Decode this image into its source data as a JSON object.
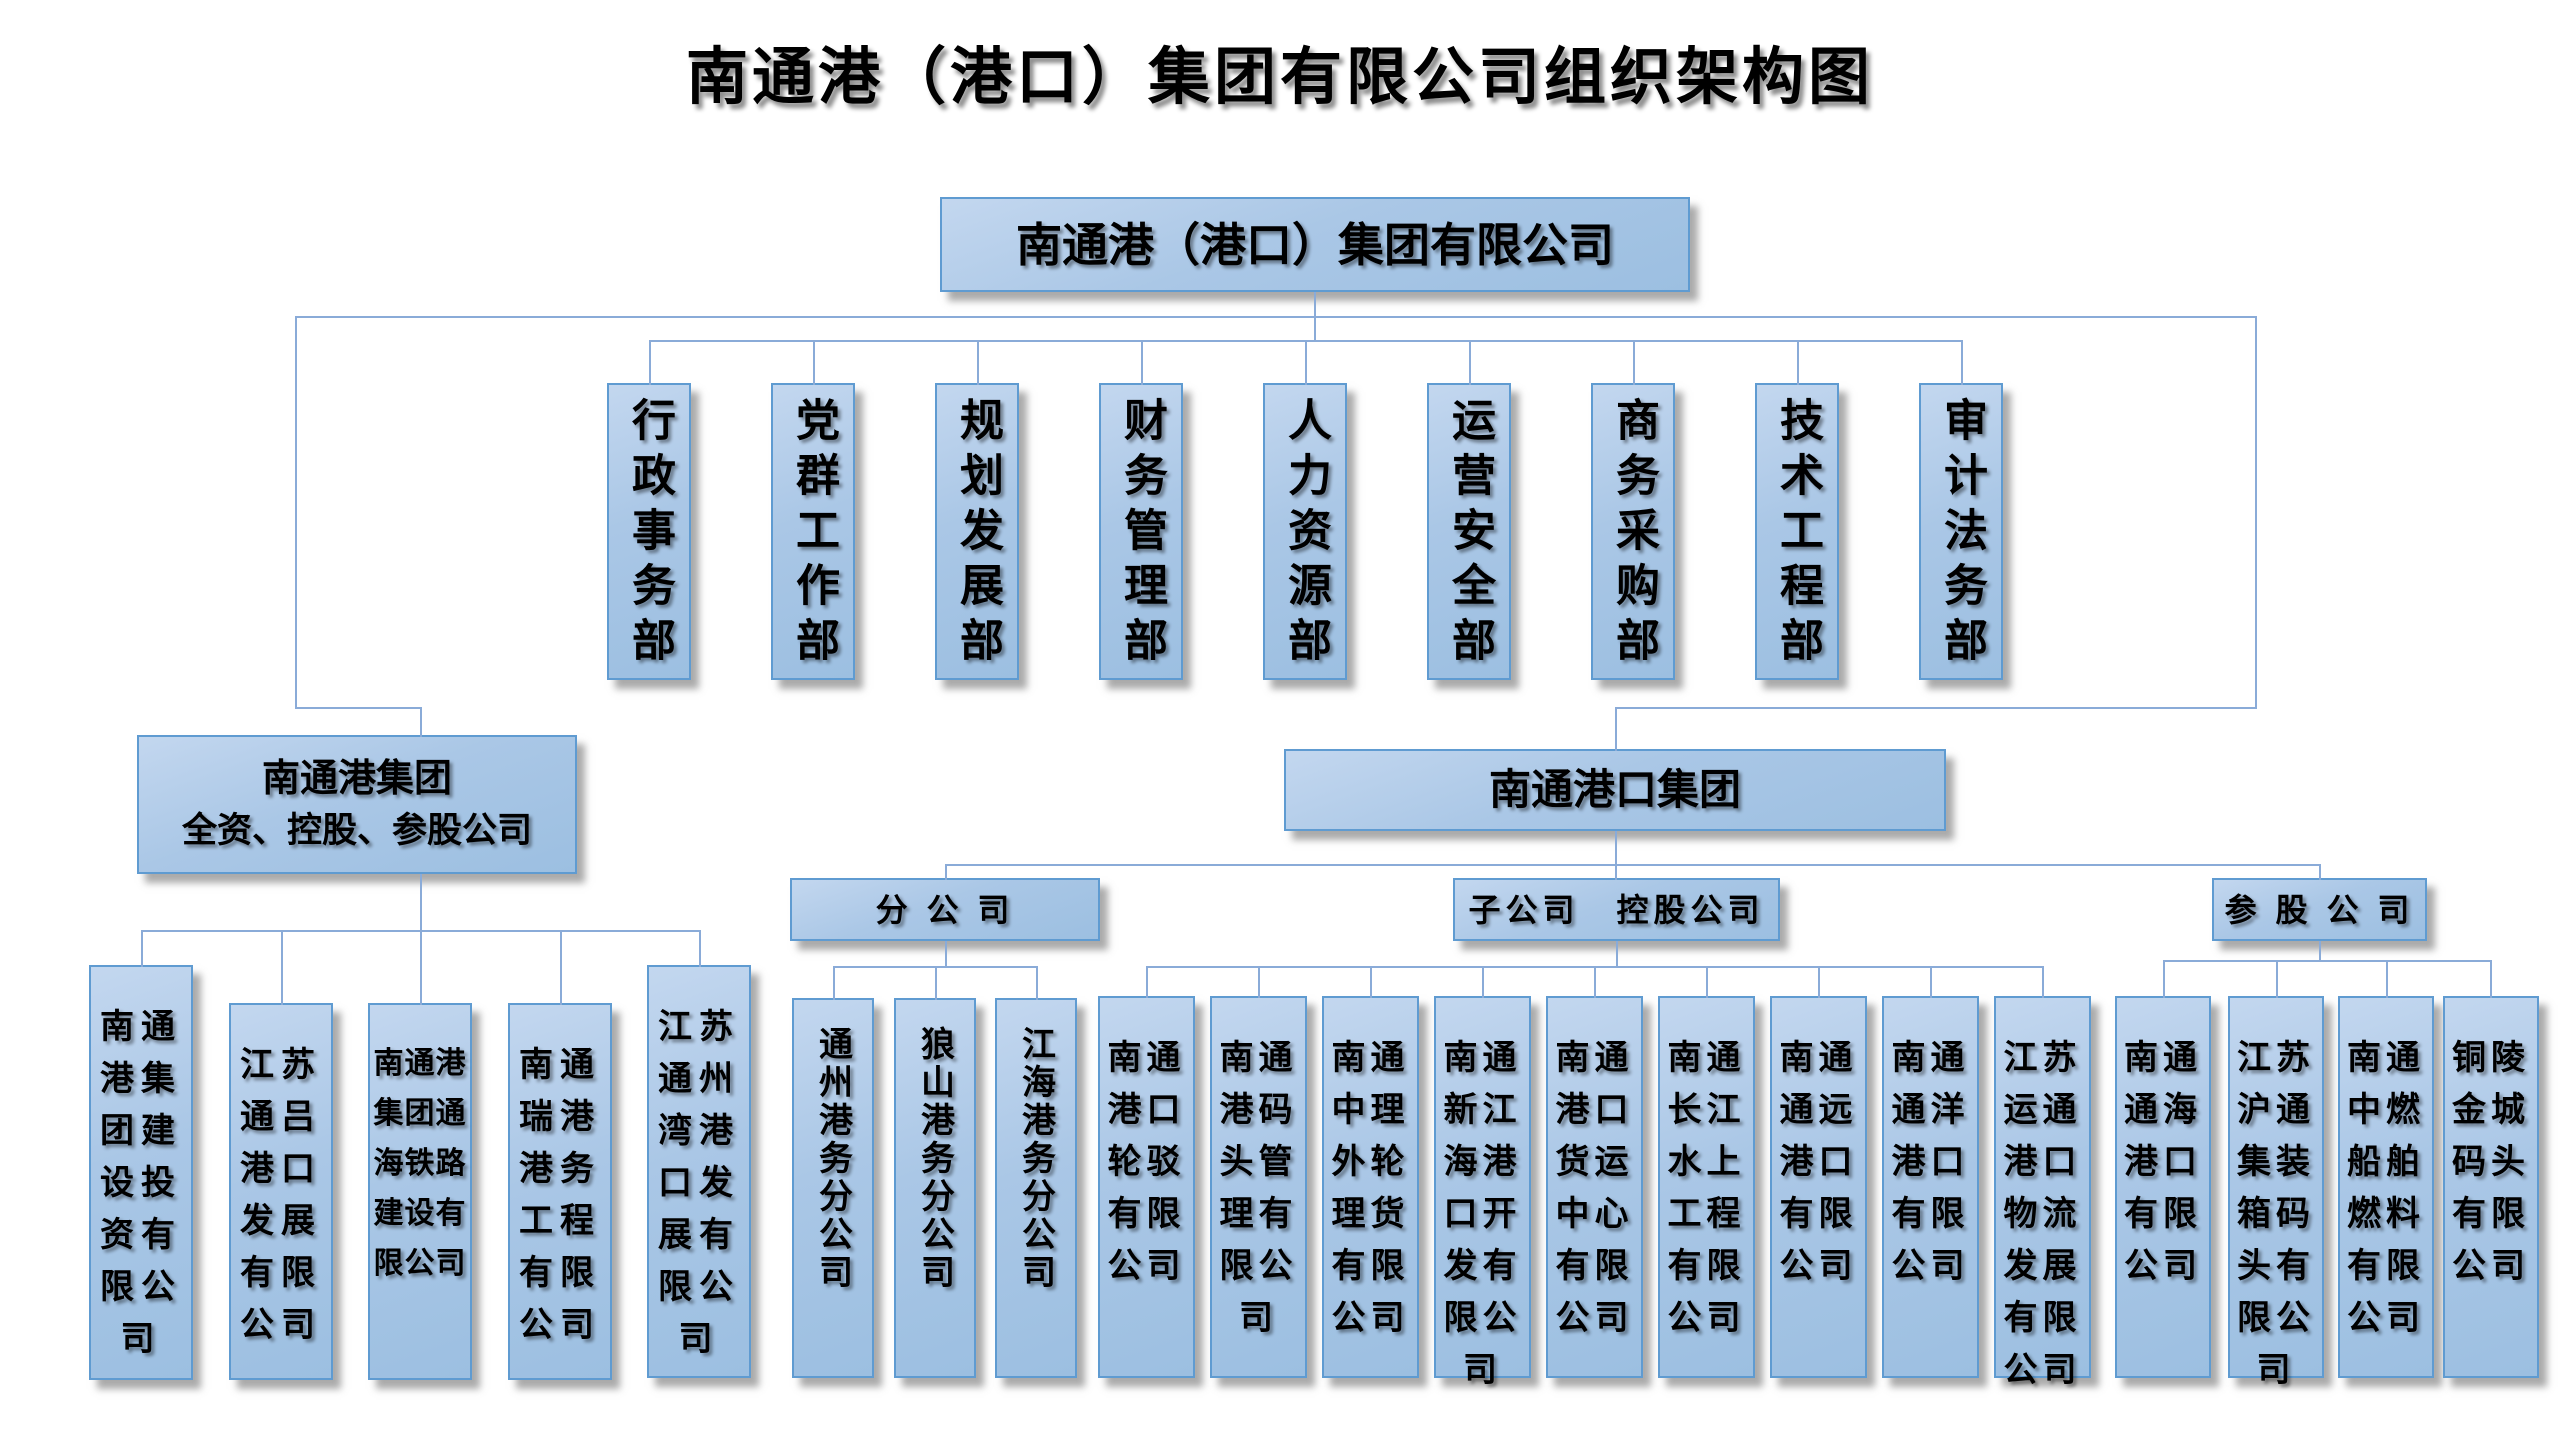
{
  "title": "南通港（港口）集团有限公司组织架构图",
  "root": {
    "name": "南通港（港口）集团有限公司"
  },
  "departments": [
    "行政事务部",
    "党群工作部",
    "规划发展部",
    "财务管理部",
    "人力资源部",
    "运营安全部",
    "商务采购部",
    "技术工程部",
    "审计法务部"
  ],
  "left_branch": {
    "title_line1": "南通港集团",
    "title_line2": "全资、控股、参股公司",
    "companies": [
      {
        "name": "南通港集团建设投资有限公司",
        "lines": [
          "南通",
          "港集",
          "团建",
          "设投",
          "资有",
          "限公",
          "司"
        ]
      },
      {
        "name": "江苏通吕港口发展有限公司",
        "lines": [
          "江苏",
          "通吕",
          "港口",
          "发展",
          "有限",
          "公司"
        ]
      },
      {
        "name": "南通港集团通海铁路建设有限公司",
        "lines": [
          "南通港",
          "集团通",
          "海铁路",
          "建设有",
          "限公司"
        ]
      },
      {
        "name": "南通瑞港港务工程有限公司",
        "lines": [
          "南通",
          "瑞港",
          "港务",
          "工程",
          "有限",
          "公司"
        ]
      },
      {
        "name": "江苏通州湾港口发展有限公司",
        "lines": [
          "江苏",
          "通州",
          "湾港",
          "口发",
          "展有",
          "限公",
          "司"
        ]
      }
    ]
  },
  "right_branch": {
    "title": "南通港口集团",
    "groups": [
      {
        "label": "分 公 司",
        "companies": [
          {
            "name": "通州港务分公司"
          },
          {
            "name": "狼山港务分公司"
          },
          {
            "name": "江海港务分公司"
          }
        ]
      },
      {
        "label": "子公司　控股公司",
        "companies": [
          {
            "name": "南通港口轮驳有限公司",
            "lines": [
              "南通",
              "港口",
              "轮驳",
              "有限",
              "公司"
            ]
          },
          {
            "name": "南通港码头管理有限公司",
            "lines": [
              "南通",
              "港码",
              "头管",
              "理有",
              "限公",
              "司"
            ]
          },
          {
            "name": "南通中理外轮理货有限公司",
            "lines": [
              "南通",
              "中理",
              "外轮",
              "理货",
              "有限",
              "公司"
            ]
          },
          {
            "name": "南通新江海港口开发有限公司",
            "lines": [
              "南通",
              "新江",
              "海港",
              "口开",
              "发有",
              "限公",
              "司"
            ]
          },
          {
            "name": "南通港口货运中心有限公司",
            "lines": [
              "南通",
              "港口",
              "货运",
              "中心",
              "有限",
              "公司"
            ]
          },
          {
            "name": "南通长江水上工程有限公司",
            "lines": [
              "南通",
              "长江",
              "水上",
              "工程",
              "有限",
              "公司"
            ]
          },
          {
            "name": "南通通远港口有限公司",
            "lines": [
              "南通",
              "通远",
              "港口",
              "有限",
              "公司"
            ]
          },
          {
            "name": "南通通洋港口有限公司",
            "lines": [
              "南通",
              "通洋",
              "港口",
              "有限",
              "公司"
            ]
          },
          {
            "name": "江苏运通港口物流发展有限公司",
            "lines": [
              "江苏",
              "运通",
              "港口",
              "物流",
              "发展",
              "有限",
              "公司"
            ]
          }
        ]
      },
      {
        "label": "参 股 公 司",
        "companies": [
          {
            "name": "南通通海港口有限公司",
            "lines": [
              "南通",
              "通海",
              "港口",
              "有限",
              "公司"
            ]
          },
          {
            "name": "江苏沪通集装箱码头有限公司",
            "lines": [
              "江苏",
              "沪通",
              "集装",
              "箱码",
              "头有",
              "限公",
              "司"
            ]
          },
          {
            "name": "南通中燃船舶燃料有限公司",
            "lines": [
              "南通",
              "中燃",
              "船舶",
              "燃料",
              "有限",
              "公司"
            ]
          },
          {
            "name": "铜陵金城码头有限公司",
            "lines": [
              "铜陵",
              "金城",
              "码头",
              "有限",
              "公司"
            ]
          }
        ]
      }
    ]
  }
}
